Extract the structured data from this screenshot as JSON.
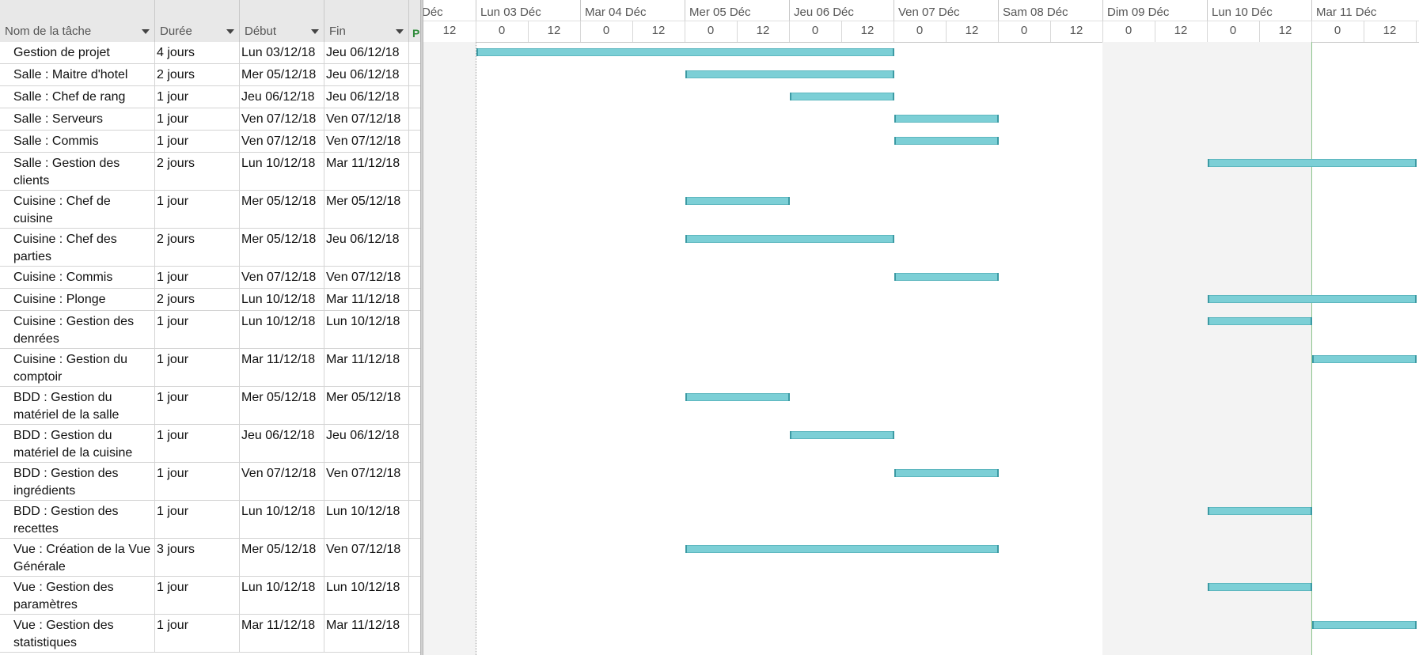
{
  "columns": {
    "name": "Nom de la tâche",
    "duration": "Durée",
    "start": "Début",
    "end": "Fin",
    "pred": "P"
  },
  "timescale": {
    "days": [
      "Déc",
      "Lun 03 Déc",
      "Mar 04 Déc",
      "Mer 05 Déc",
      "Jeu 06 Déc",
      "Ven 07 Déc",
      "Sam 08 Déc",
      "Dim 09 Déc",
      "Lun 10 Déc",
      "Mar 11 Déc"
    ],
    "ticks": [
      "12",
      "0",
      "12",
      "0",
      "12",
      "0",
      "12",
      "0",
      "12",
      "0",
      "12",
      "0",
      "12",
      "0",
      "12",
      "0",
      "12",
      "0",
      "12"
    ]
  },
  "colors": {
    "bar": "#7ccfd6",
    "nonworking": "#f3f3f3",
    "today_line": "#8bc48b"
  },
  "tasks": [
    {
      "name": "Gestion de projet",
      "duration": "4 jours",
      "start": "Lun 03/12/18",
      "end": "Jeu 06/12/18",
      "s": 1,
      "e": 5,
      "lines": 1
    },
    {
      "name": "Salle : Maitre d'hotel",
      "duration": "2 jours",
      "start": "Mer 05/12/18",
      "end": "Jeu 06/12/18",
      "s": 3,
      "e": 5,
      "lines": 1
    },
    {
      "name": "Salle : Chef de rang",
      "duration": "1 jour",
      "start": "Jeu 06/12/18",
      "end": "Jeu 06/12/18",
      "s": 4,
      "e": 5,
      "lines": 1
    },
    {
      "name": "Salle : Serveurs",
      "duration": "1 jour",
      "start": "Ven 07/12/18",
      "end": "Ven 07/12/18",
      "s": 5,
      "e": 6,
      "lines": 1
    },
    {
      "name": "Salle : Commis",
      "duration": "1 jour",
      "start": "Ven 07/12/18",
      "end": "Ven 07/12/18",
      "s": 5,
      "e": 6,
      "lines": 1
    },
    {
      "name": "Salle : Gestion des clients",
      "duration": "2 jours",
      "start": "Lun 10/12/18",
      "end": "Mar 11/12/18",
      "s": 8,
      "e": 10,
      "lines": 2
    },
    {
      "name": "Cuisine : Chef de cuisine",
      "duration": "1 jour",
      "start": "Mer 05/12/18",
      "end": "Mer 05/12/18",
      "s": 3,
      "e": 4,
      "lines": 2
    },
    {
      "name": "Cuisine : Chef des parties",
      "duration": "2 jours",
      "start": "Mer 05/12/18",
      "end": "Jeu 06/12/18",
      "s": 3,
      "e": 5,
      "lines": 2
    },
    {
      "name": "Cuisine : Commis",
      "duration": "1 jour",
      "start": "Ven 07/12/18",
      "end": "Ven 07/12/18",
      "s": 5,
      "e": 6,
      "lines": 1
    },
    {
      "name": "Cuisine : Plonge",
      "duration": "2 jours",
      "start": "Lun 10/12/18",
      "end": "Mar 11/12/18",
      "s": 8,
      "e": 10,
      "lines": 1
    },
    {
      "name": "Cuisine : Gestion des denrées",
      "duration": "1 jour",
      "start": "Lun 10/12/18",
      "end": "Lun 10/12/18",
      "s": 8,
      "e": 9,
      "lines": 2
    },
    {
      "name": "Cuisine : Gestion du comptoir",
      "duration": "1 jour",
      "start": "Mar 11/12/18",
      "end": "Mar 11/12/18",
      "s": 9,
      "e": 10,
      "lines": 2
    },
    {
      "name": "BDD : Gestion du matériel de la salle",
      "duration": "1 jour",
      "start": "Mer 05/12/18",
      "end": "Mer 05/12/18",
      "s": 3,
      "e": 4,
      "lines": 2
    },
    {
      "name": "BDD : Gestion du matériel de la cuisine",
      "duration": "1 jour",
      "start": "Jeu 06/12/18",
      "end": "Jeu 06/12/18",
      "s": 4,
      "e": 5,
      "lines": 2
    },
    {
      "name": "BDD : Gestion des ingrédients",
      "duration": "1 jour",
      "start": "Ven 07/12/18",
      "end": "Ven 07/12/18",
      "s": 5,
      "e": 6,
      "lines": 2
    },
    {
      "name": "BDD : Gestion des recettes",
      "duration": "1 jour",
      "start": "Lun 10/12/18",
      "end": "Lun 10/12/18",
      "s": 8,
      "e": 9,
      "lines": 2
    },
    {
      "name": "Vue : Création de la Vue Générale",
      "duration": "3 jours",
      "start": "Mer 05/12/18",
      "end": "Ven 07/12/18",
      "s": 3,
      "e": 6,
      "lines": 2
    },
    {
      "name": "Vue : Gestion des paramètres",
      "duration": "1 jour",
      "start": "Lun 10/12/18",
      "end": "Lun 10/12/18",
      "s": 8,
      "e": 9,
      "lines": 2
    },
    {
      "name": "Vue : Gestion des statistiques",
      "duration": "1 jour",
      "start": "Mar 11/12/18",
      "end": "Mar 11/12/18",
      "s": 9,
      "e": 10,
      "lines": 2
    }
  ]
}
